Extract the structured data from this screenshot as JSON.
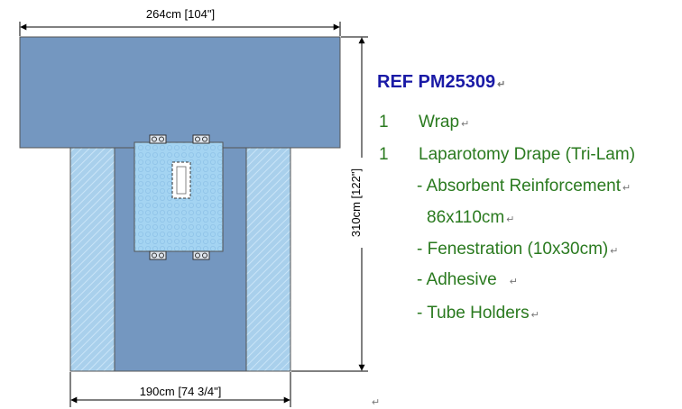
{
  "dimensions": {
    "top_width": "264cm [104\"]",
    "height": "310cm [122\"]",
    "bottom_width": "190cm [74 3/4\"]"
  },
  "spec": {
    "ref": "REF PM25309",
    "items": [
      {
        "qty": "1",
        "name": "Wrap"
      },
      {
        "qty": "1",
        "name": "Laparotomy Drape (Tri-Lam)"
      }
    ],
    "details": [
      "- Absorbent Reinforcement",
      "86x110cm",
      "- Fenestration  (10x30cm)",
      "- Adhesive",
      "- Tube Holders"
    ]
  },
  "colors": {
    "drape_dark": "#7497c0",
    "drape_light": "#a9d0ec",
    "reinforcement": "#a4d4f2",
    "ref_text": "#1a1aa6",
    "spec_text": "#2a7a1f"
  }
}
